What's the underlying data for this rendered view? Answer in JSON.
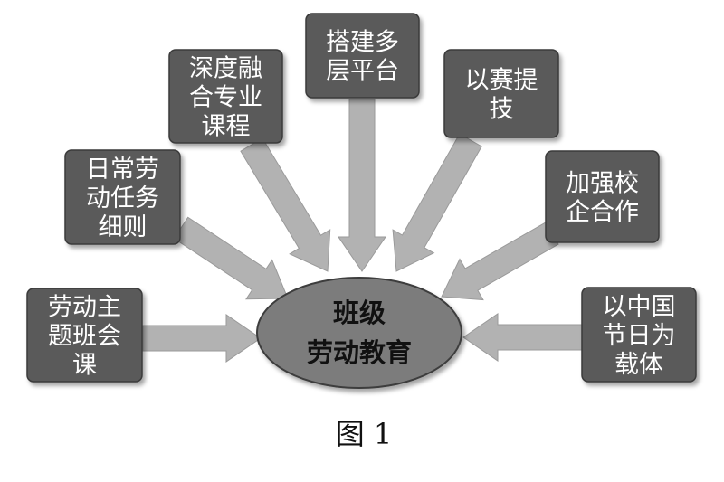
{
  "diagram": {
    "center": {
      "lines": [
        "班级",
        "劳动教育"
      ]
    },
    "nodes": [
      {
        "id": "theme-class-meeting",
        "lines": [
          "劳动主",
          "题班会",
          "课"
        ]
      },
      {
        "id": "daily-task-rules",
        "lines": [
          "日常劳",
          "动任务",
          "细则"
        ]
      },
      {
        "id": "curriculum-integration",
        "lines": [
          "深度融",
          "合专业",
          "课程"
        ]
      },
      {
        "id": "multi-level-platform",
        "lines": [
          "搭建多",
          "层平台"
        ]
      },
      {
        "id": "competition-skills",
        "lines": [
          "以赛提",
          "技"
        ]
      },
      {
        "id": "school-enterprise",
        "lines": [
          "加强校",
          "企合作"
        ]
      },
      {
        "id": "chinese-festivals",
        "lines": [
          "以中国",
          "节日为",
          "载体"
        ]
      }
    ],
    "caption": "图 1"
  },
  "colors": {
    "box_fill": "#5a5a5a",
    "box_border": "#3a3a3a",
    "arrow_fill": "#b2b2b2",
    "center_fill": "#7c7c7c",
    "center_border": "#3c3c3c"
  }
}
